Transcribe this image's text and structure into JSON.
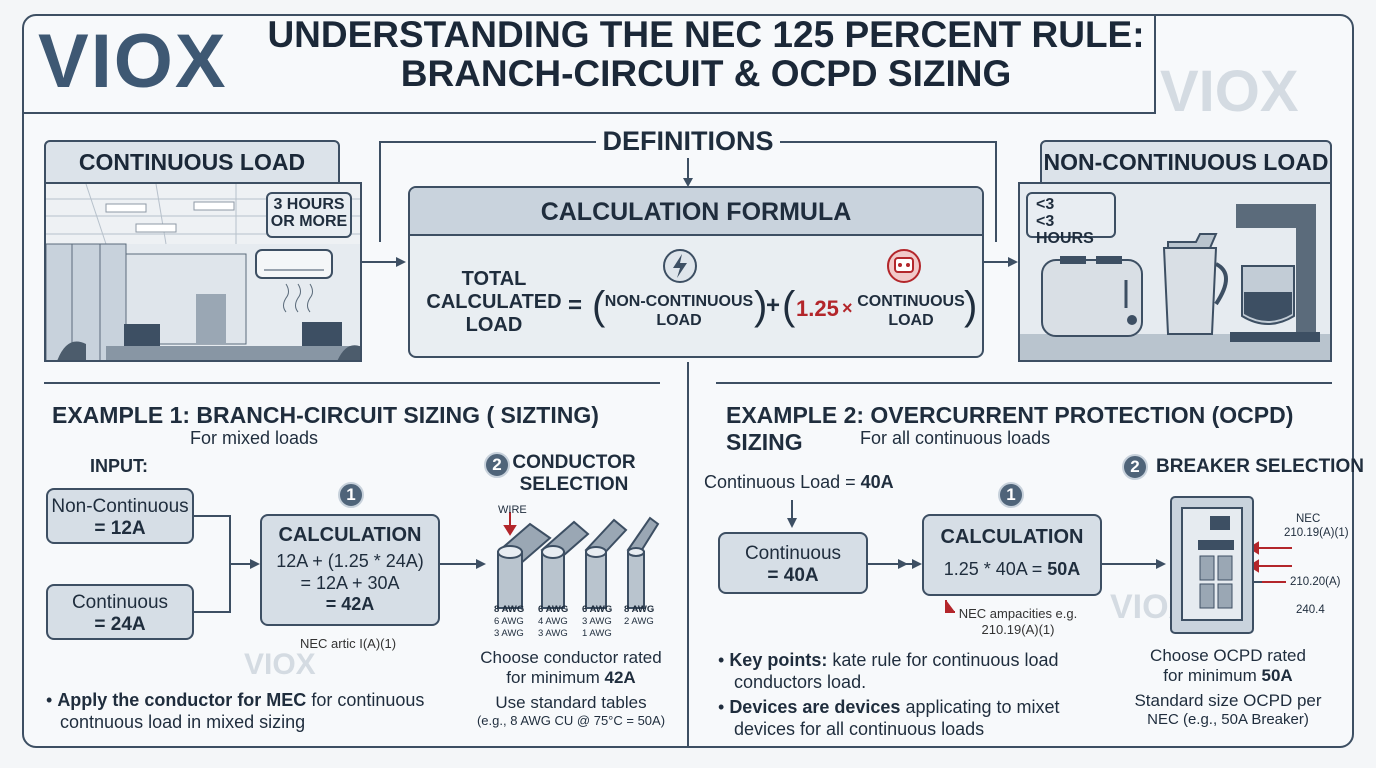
{
  "brand": {
    "logo": "VIOX",
    "watermark": "VIOX"
  },
  "header": {
    "title_line1": "UNDERSTANDING THE NEC 125 PERCENT RULE:",
    "title_line2": "BRANCH-CIRCUIT & OCPD SIZING"
  },
  "definitions": {
    "heading": "DEFINITIONS",
    "continuous": {
      "title": "CONTINUOUS LOAD",
      "badge_line1": "3 HOURS",
      "badge_line2": "OR MORE"
    },
    "non_continuous": {
      "title": "NON-CONTINUOUS LOAD",
      "badge_line1": "<3",
      "badge_line2": "<3 HOURS"
    },
    "formula": {
      "title": "CALCULATION FORMULA",
      "lhs_line1": "TOTAL",
      "lhs_line2": "CALCULATED",
      "lhs_line3": "LOAD",
      "equals": "=",
      "term1_line1": "NON-CONTINUOUS",
      "term1_line2": "LOAD",
      "plus": "+",
      "factor": "1.25",
      "times": "×",
      "term2_line1": "CONTINUOUS",
      "term2_line2": "LOAD"
    }
  },
  "example1": {
    "title": "EXAMPLE 1: BRANCH-CIRCUIT SIZING ( SIZTING)",
    "subtitle": "For mixed loads",
    "input_label": "INPUT:",
    "input_nc_line1": "Non-Continuous",
    "input_nc_line2": "= 12A",
    "input_c_line1": "Continuous",
    "input_c_line2": "= 24A",
    "step1": "1",
    "calc_title": "CALCULATION",
    "calc_line1": "12A + (1.25 * 24A)",
    "calc_line2": "= 12A + 30A",
    "calc_line3": "= 42A",
    "calc_note": "NEC artic I(A)(1)",
    "step2": "2",
    "conductor_title_line1": "CONDUCTOR",
    "conductor_title_line2": "SELECTION",
    "wire_label": "WIRE",
    "wires": [
      {
        "l1": "8 AWG",
        "l2": "6 AWG",
        "l3": "3 AWG"
      },
      {
        "l1": "6 AWG",
        "l2": "4 AWG",
        "l3": "3 AWG"
      },
      {
        "l1": "6 AWG",
        "l2": "3 AWG",
        "l3": "1 AWG"
      },
      {
        "l1": "8 AWG",
        "l2": "2 AWG",
        "l3": ""
      }
    ],
    "choose_line1": "Choose conductor rated",
    "choose_line2_prefix": "for minimum ",
    "choose_line2_value": "42A",
    "tables_line1": "Use standard tables",
    "tables_line2": "(e.g., 8 AWG CU @ 75°C = 50A)",
    "bullet_bold": "Apply the conductor for MEC",
    "bullet_rest": " for continuous",
    "bullet_line2": "contnuous load in mixed sizing"
  },
  "example2": {
    "title": "EXAMPLE 2: OVERCURRENT PROTECTION (OCPD) SIZING",
    "subtitle": "For all continuous loads",
    "input_prefix": "Continuous Load = ",
    "input_value": "40A",
    "input_box_line1": "Continuous",
    "input_box_line2": "= 40A",
    "step1": "1",
    "calc_title": "CALCULATION",
    "calc_prefix": "1.25 * 40A = ",
    "calc_value": "50A",
    "calc_note_line1": "NEC ampacities e.g.",
    "calc_note_line2": "210.19(A)(1)",
    "step2": "2",
    "breaker_title": "BREAKER SELECTION",
    "panel_labels": [
      "NEC",
      "210.19(A)(1)",
      "210.20(A)",
      "240.4"
    ],
    "choose_line1": "Choose OCPD rated",
    "choose_line2_prefix": "for minimum ",
    "choose_line2_value": "50A",
    "std_line1": "Standard size OCPD per",
    "std_line2": "NEC (e.g., 50A Breaker)",
    "kp_bold": "Key points:",
    "kp_rest": " kate rule for continuous load",
    "kp_line2": "conductors load.",
    "dev_bold": "Devices are devices",
    "dev_rest": " applicating to mixet",
    "dev_line2": "devices for all continuous loads"
  }
}
